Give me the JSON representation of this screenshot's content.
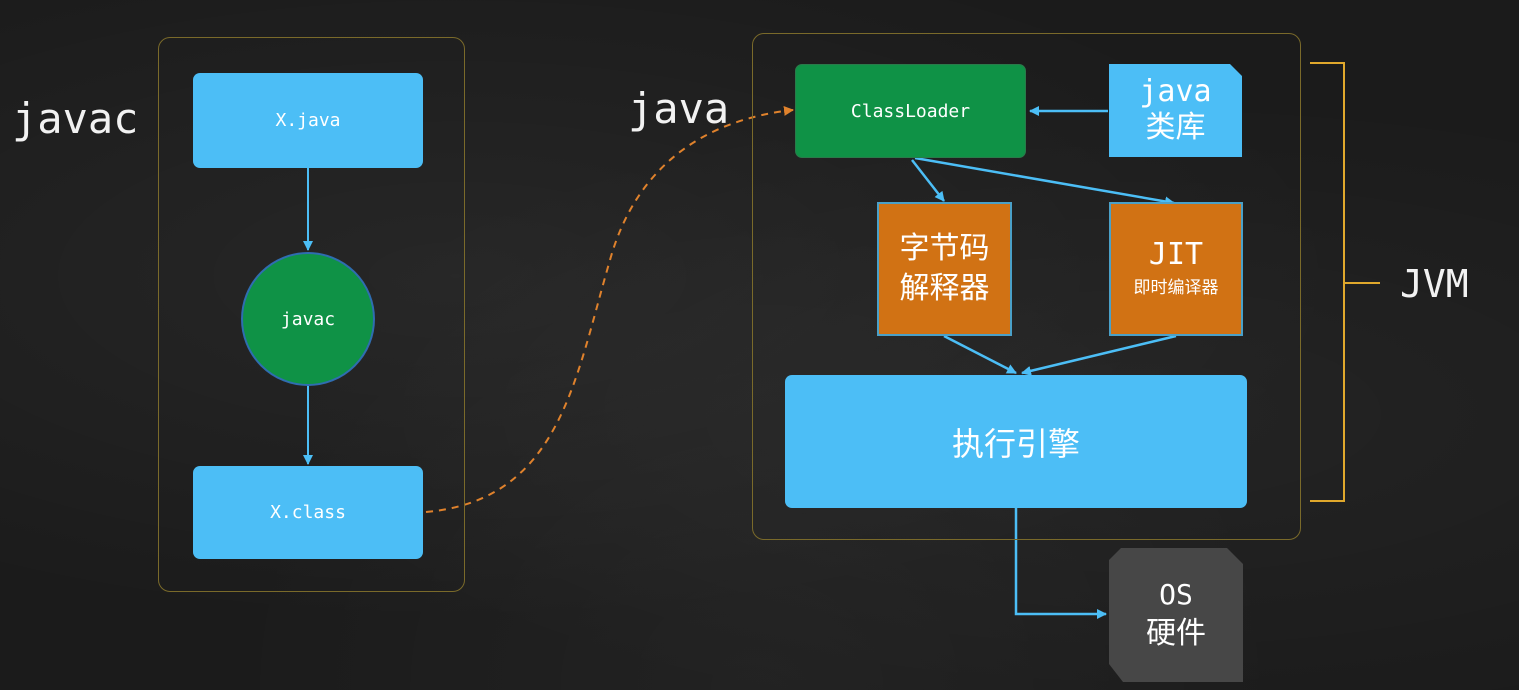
{
  "labels": {
    "javac_side": "javac",
    "java_run": "java",
    "jvm": "JVM"
  },
  "left_panel": {
    "source_file": "X.java",
    "compiler": "javac",
    "class_file": "X.class"
  },
  "jvm_panel": {
    "class_loader": "ClassLoader",
    "java_lib_line1": "java",
    "java_lib_line2": "类库",
    "interpreter_line1": "字节码",
    "interpreter_line2": "解释器",
    "jit_line1": "JIT",
    "jit_line2": "即时编译器",
    "engine": "执行引擎"
  },
  "os": {
    "line1": "OS",
    "line2": "硬件"
  },
  "colors": {
    "blue": "#4cbef6",
    "green": "#0f9246",
    "orange": "#d17214",
    "dashed_link": "#e0822c",
    "frame": "#7a6a2a",
    "bracket": "#e0a82c"
  }
}
